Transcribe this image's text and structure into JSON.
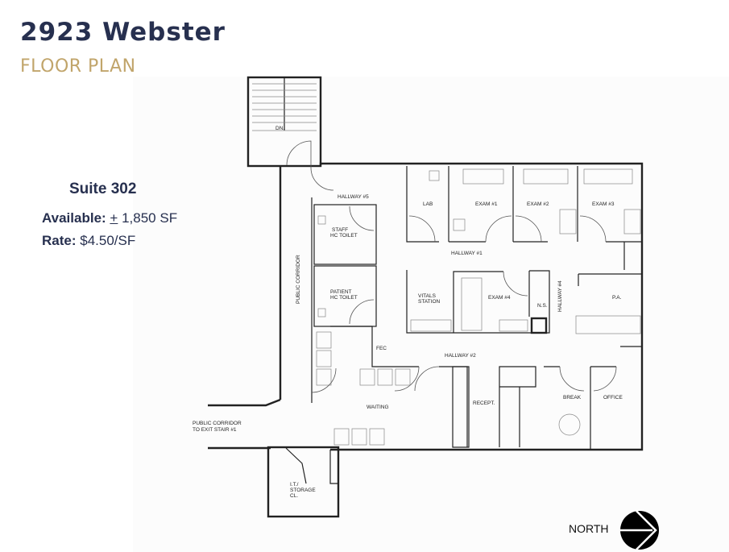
{
  "header": {
    "title": "2923 Webster",
    "subtitle": "FLOOR PLAN"
  },
  "suite": {
    "name": "Suite 302",
    "available_label": "Available:",
    "available_plusminus": "+",
    "available_value": "1,850 SF",
    "rate_label": "Rate:",
    "rate_value": "$4.50/SF"
  },
  "floor_plan": {
    "labels": {
      "dn": "DN.",
      "hallway5": "HALLWAY #5",
      "staff_toilet_1": "STAFF",
      "staff_toilet_2": "HC TOILET",
      "patient_toilet_1": "PATIENT",
      "patient_toilet_2": "HC TOILET",
      "public_corridor": "PUBLIC CORRIDOR",
      "lab": "LAB",
      "exam1": "EXAM #1",
      "exam2": "EXAM #2",
      "exam3": "EXAM #3",
      "hallway1": "HALLWAY #1",
      "vitals_1": "VITALS",
      "vitals_2": "STATION",
      "exam4": "EXAM #4",
      "ns": "N.S.",
      "hallway4": "HALLWAY #4",
      "pa": "P.A.",
      "fec": "FEC",
      "hallway2": "HALLWAY #2",
      "waiting": "WAITING",
      "recept": "RECEPT.",
      "break": "BREAK",
      "office": "OFFICE",
      "exit_corridor_1": "PUBLIC CORRIDOR",
      "exit_corridor_2": "TO EXIT STAIR #1",
      "storage_1": "I.T./",
      "storage_2": "STORAGE",
      "storage_3": "CL."
    },
    "north_label": "NORTH"
  },
  "colors": {
    "navy": "#27304f",
    "gold": "#c1a56b"
  }
}
